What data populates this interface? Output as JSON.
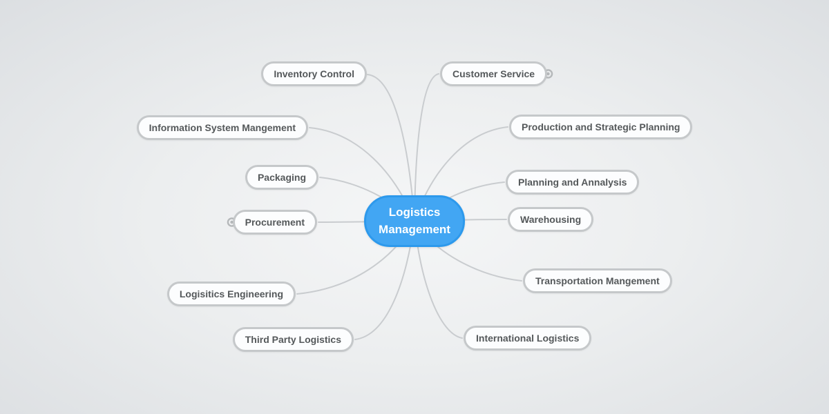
{
  "diagram": {
    "type": "mindmap",
    "root": {
      "label": "Logistics Management",
      "line1": "Logistics",
      "line2": "Management"
    },
    "left_nodes": [
      {
        "label": "Inventory Control"
      },
      {
        "label": "Information System Mangement"
      },
      {
        "label": "Packaging"
      },
      {
        "label": "Procurement",
        "has_collapsed_branch": true
      },
      {
        "label": "Logisitics Engineering"
      },
      {
        "label": "Third Party Logistics"
      }
    ],
    "right_nodes": [
      {
        "label": "Customer Service",
        "has_collapsed_branch": true
      },
      {
        "label": "Production and Strategic Planning"
      },
      {
        "label": "Planning and Annalysis"
      },
      {
        "label": "Warehousing"
      },
      {
        "label": "Transportation Mangement"
      },
      {
        "label": "International Logistics"
      }
    ],
    "icons": {
      "collapsed_branch": "ring-with-center-dot"
    },
    "colors": {
      "root_fill": "#42a6f3",
      "root_border": "#2d99ec",
      "root_text": "#ffffff",
      "node_fill": "#fcfdfe",
      "node_border": "#c5c8ca",
      "node_text": "#54585a",
      "connector": "#c9cccf",
      "collapse_icon": "#b5b8ba",
      "background_center": "#f5f6f7",
      "background_edge": "#dcdfe2"
    }
  }
}
